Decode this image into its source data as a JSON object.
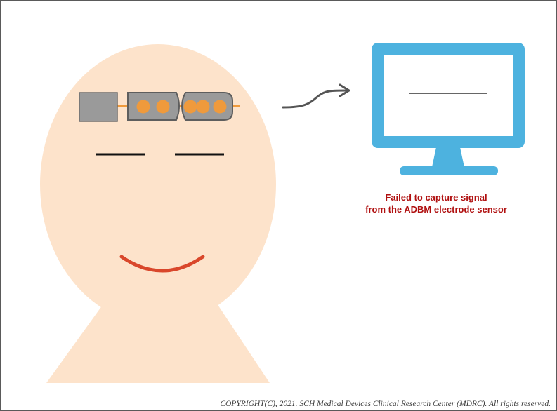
{
  "status_message": {
    "line1": "Failed to capture signal",
    "line2": "from the ADBM electrode sensor",
    "color": "#b01010"
  },
  "copyright": "COPYRIGHT(C), 2021. SCH Medical Devices Clinical Research Center (MDRC). All rights reserved.",
  "colors": {
    "skin": "#fde3cb",
    "monitor": "#4db2df",
    "sensor_body": "#9a9a9a",
    "electrode": "#ef9a3c",
    "wire": "#ef9a3c",
    "smile": "#d9472b",
    "eyes": "#111111",
    "arrow": "#555555"
  },
  "electrodes": {
    "count": 5
  }
}
